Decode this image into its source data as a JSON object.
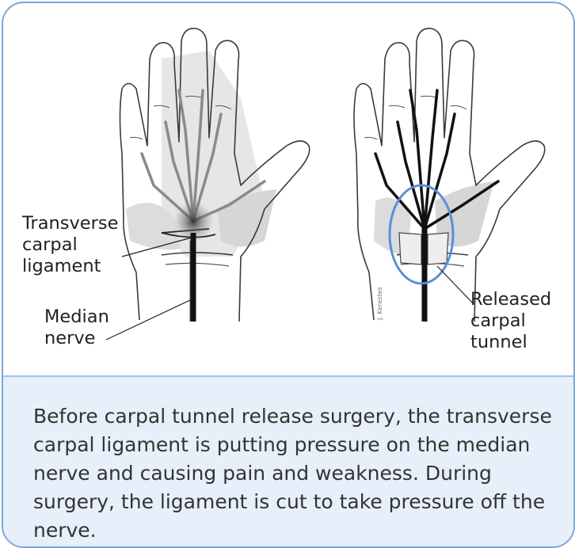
{
  "labels": {
    "transverse_ligament": "Transverse\ncarpal\nligament",
    "median_nerve": "Median\nnerve",
    "released_tunnel": "Released\ncarpal\ntunnel",
    "artist_signature": "J. Kerestes"
  },
  "caption": "Before carpal tunnel release surgery, the transverse carpal ligament is putting pressure on the median nerve and causing pain and weakness. During surgery, the ligament is cut to take pressure off the nerve.",
  "colors": {
    "border": "#7aa7d9",
    "caption_bg": "#e7f0fa",
    "highlight_circle": "#5b8fd6",
    "nerve": "#111111",
    "skin_line": "#3a3a3a",
    "shading": "#d9d9d9"
  }
}
